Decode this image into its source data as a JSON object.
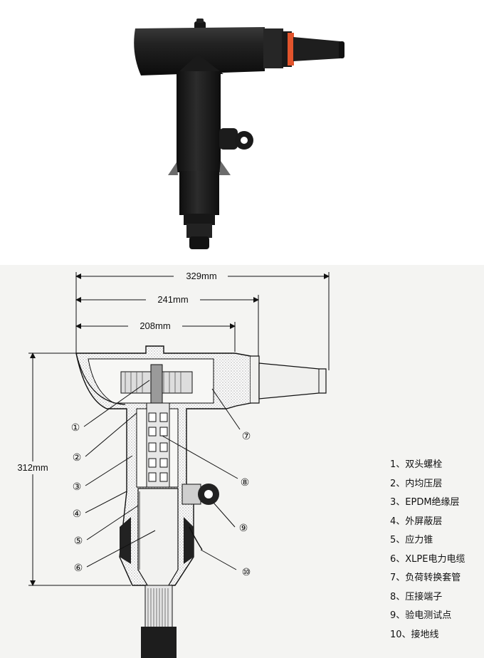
{
  "dimensions": {
    "overall_length": "329mm",
    "bushing_length": "241mm",
    "body_length": "208mm",
    "height": "312mm"
  },
  "callout_numbers": [
    "①",
    "②",
    "③",
    "④",
    "⑤",
    "⑥",
    "⑦",
    "⑧",
    "⑨",
    "⑩"
  ],
  "legend": [
    "1、双头螺栓",
    "2、内均压层",
    "3、EPDM绝缘层",
    "4、外屏蔽层",
    "5、应力锥",
    "6、XLPE电力电缆",
    "7、负荷转换套管",
    "8、压接端子",
    "9、验电测试点",
    "10、接地线"
  ],
  "colors": {
    "rubber_body": "#1b1b1b",
    "orange_ring": "#e2542c",
    "drawing_background": "#f4f4f2"
  }
}
